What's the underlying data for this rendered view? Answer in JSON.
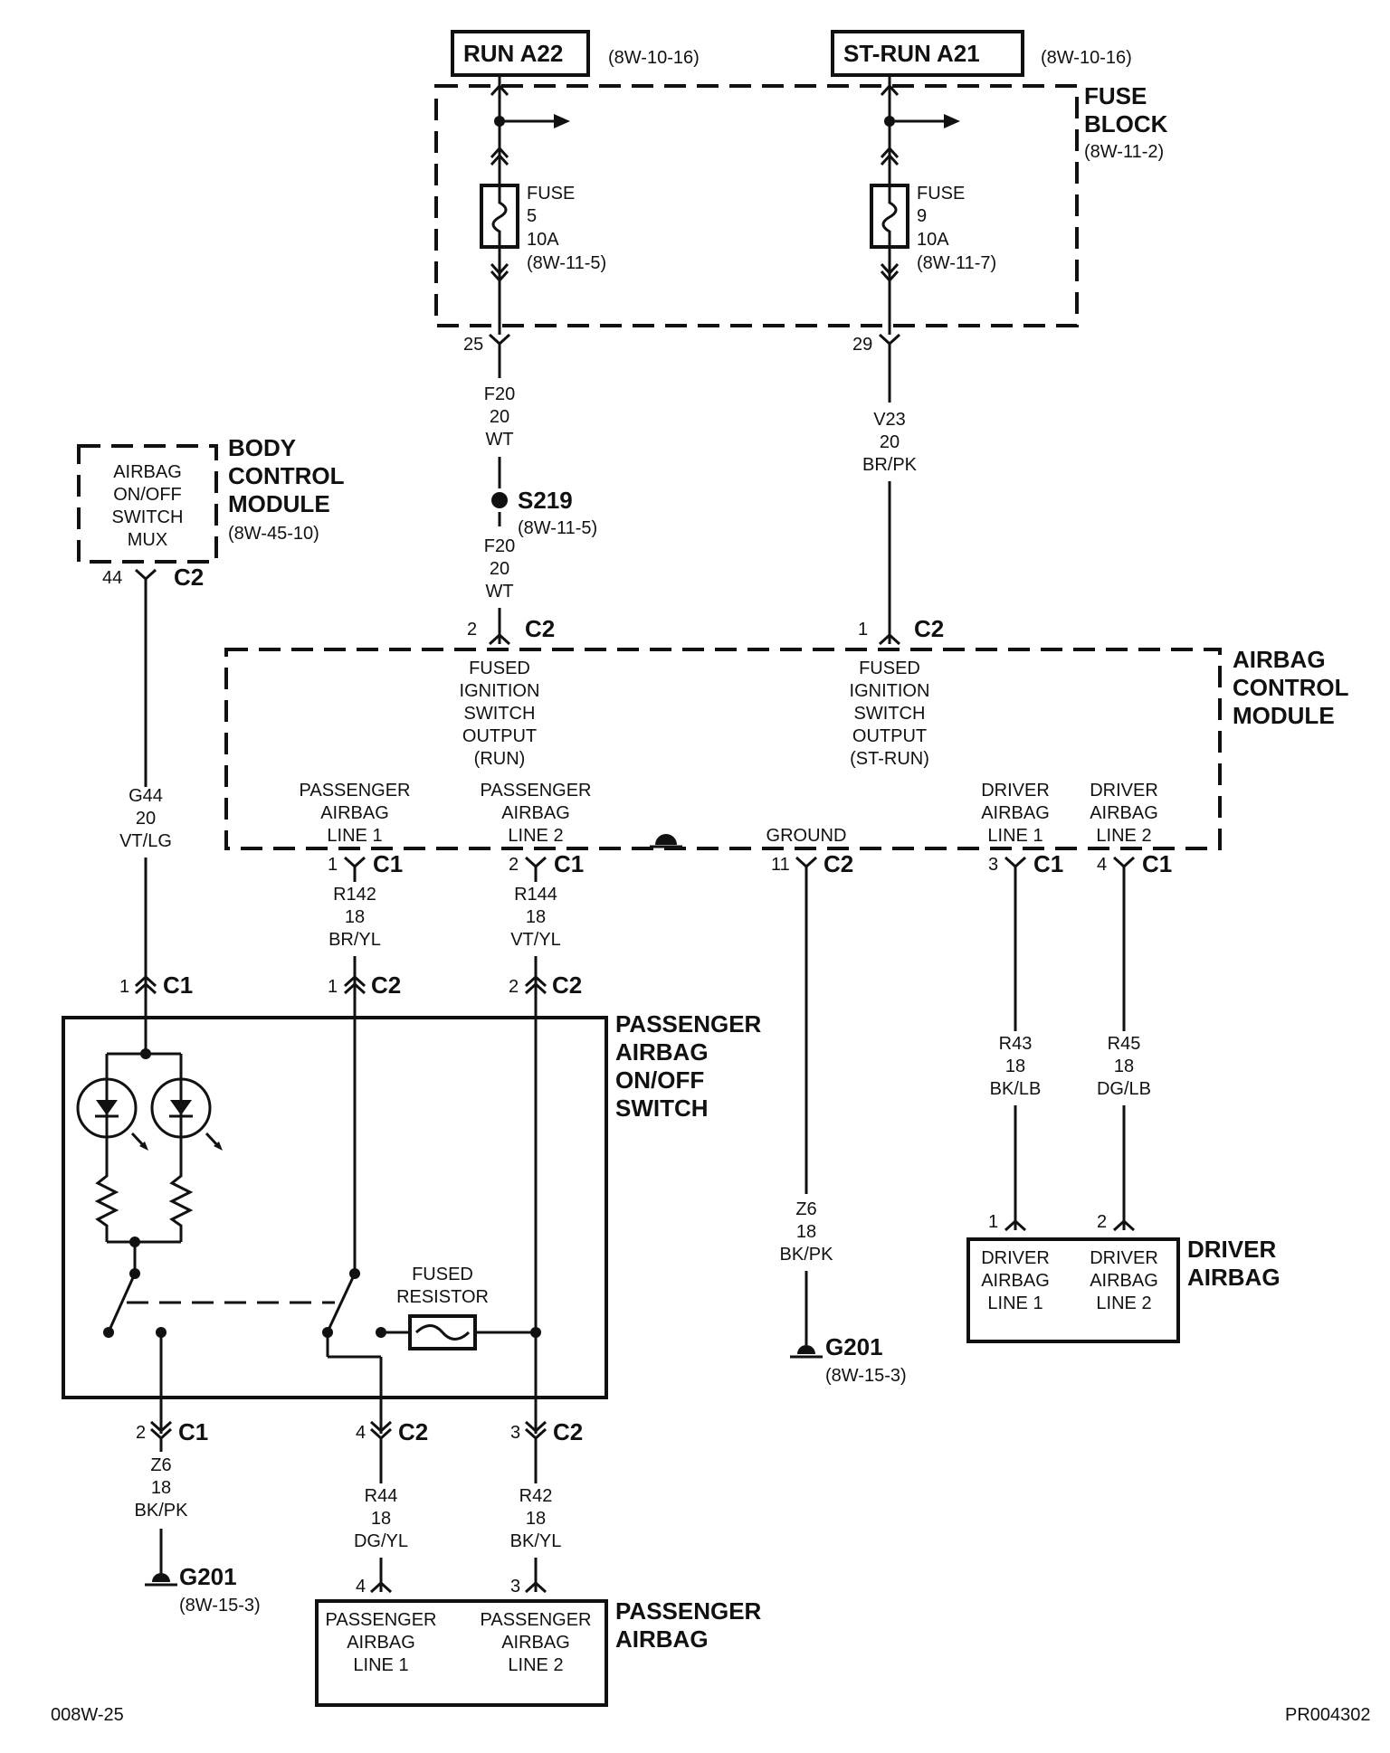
{
  "sources": {
    "run": {
      "label": "RUN A22",
      "ref": "(8W-10-16)"
    },
    "strun": {
      "label": "ST-RUN A21",
      "ref": "(8W-10-16)"
    }
  },
  "fuse_block": {
    "title_1": "FUSE",
    "title_2": "BLOCK",
    "ref": "(8W-11-2)",
    "fuse5": {
      "l1": "FUSE",
      "l2": "5",
      "l3": "10A",
      "l4": "(8W-11-5)"
    },
    "fuse9": {
      "l1": "FUSE",
      "l2": "9",
      "l3": "10A",
      "l4": "(8W-11-7)"
    },
    "pin_run": "25",
    "pin_strun": "29"
  },
  "wires": {
    "f20_top": [
      "F20",
      "20",
      "WT"
    ],
    "f20_bottom": [
      "F20",
      "20",
      "WT"
    ],
    "v23": [
      "V23",
      "20",
      "BR/PK"
    ],
    "g44": [
      "G44",
      "20",
      "VT/LG"
    ],
    "r142": [
      "R142",
      "18",
      "BR/YL"
    ],
    "r144": [
      "R144",
      "18",
      "VT/YL"
    ],
    "z6_ground": [
      "Z6",
      "18",
      "BK/PK"
    ],
    "r43": [
      "R43",
      "18",
      "BK/LB"
    ],
    "r45": [
      "R45",
      "18",
      "DG/LB"
    ],
    "z6_switch": [
      "Z6",
      "18",
      "BK/PK"
    ],
    "r44": [
      "R44",
      "18",
      "DG/YL"
    ],
    "r42": [
      "R42",
      "18",
      "BK/YL"
    ]
  },
  "splice": {
    "label": "S219",
    "ref": "(8W-11-5)"
  },
  "bcm": {
    "box": [
      "AIRBAG",
      "ON/OFF",
      "SWITCH",
      "MUX"
    ],
    "title": [
      "BODY",
      "CONTROL",
      "MODULE"
    ],
    "ref": "(8W-45-10)",
    "pin": "44",
    "conn": "C2"
  },
  "acm": {
    "title": [
      "AIRBAG",
      "CONTROL",
      "MODULE"
    ],
    "in_run": [
      "FUSED",
      "IGNITION",
      "SWITCH",
      "OUTPUT",
      "(RUN)"
    ],
    "in_strun": [
      "FUSED",
      "IGNITION",
      "SWITCH",
      "OUTPUT",
      "(ST-RUN)"
    ],
    "pin_in_run": "2",
    "conn_in_run": "C2",
    "pin_in_strun": "1",
    "conn_in_strun": "C2",
    "pass_line1": [
      "PASSENGER",
      "AIRBAG",
      "LINE 1"
    ],
    "pass_line2": [
      "PASSENGER",
      "AIRBAG",
      "LINE 2"
    ],
    "ground": "GROUND",
    "drv_line1": [
      "DRIVER",
      "AIRBAG",
      "LINE 1"
    ],
    "drv_line2": [
      "DRIVER",
      "AIRBAG",
      "LINE 2"
    ],
    "pins": [
      {
        "pin": "1",
        "conn": "C1"
      },
      {
        "pin": "2",
        "conn": "C1"
      },
      {
        "pin": "11",
        "conn": "C2"
      },
      {
        "pin": "3",
        "conn": "C1"
      },
      {
        "pin": "4",
        "conn": "C1"
      }
    ]
  },
  "switch": {
    "title": [
      "PASSENGER",
      "AIRBAG",
      "ON/OFF",
      "SWITCH"
    ],
    "top_pins": [
      {
        "pin": "1",
        "conn": "C1"
      },
      {
        "pin": "1",
        "conn": "C2"
      },
      {
        "pin": "2",
        "conn": "C2"
      }
    ],
    "fused_resistor": [
      "FUSED",
      "RESISTOR"
    ],
    "bottom_pins": [
      {
        "pin": "2",
        "conn": "C1"
      },
      {
        "pin": "4",
        "conn": "C2"
      },
      {
        "pin": "3",
        "conn": "C2"
      }
    ]
  },
  "grounds": {
    "g201_center": {
      "label": "G201",
      "ref": "(8W-15-3)"
    },
    "g201_left": {
      "label": "G201",
      "ref": "(8W-15-3)"
    }
  },
  "driver_airbag": {
    "title": [
      "DRIVER",
      "AIRBAG"
    ],
    "line1": [
      "DRIVER",
      "AIRBAG",
      "LINE 1"
    ],
    "line2": [
      "DRIVER",
      "AIRBAG",
      "LINE 2"
    ],
    "pin1": "1",
    "pin2": "2"
  },
  "passenger_airbag": {
    "title": [
      "PASSENGER",
      "AIRBAG"
    ],
    "line1": [
      "PASSENGER",
      "AIRBAG",
      "LINE 1"
    ],
    "line2": [
      "PASSENGER",
      "AIRBAG",
      "LINE 2"
    ],
    "pin1": "4",
    "pin2": "3"
  },
  "footer": {
    "left": "008W-25",
    "right": "PR004302"
  }
}
